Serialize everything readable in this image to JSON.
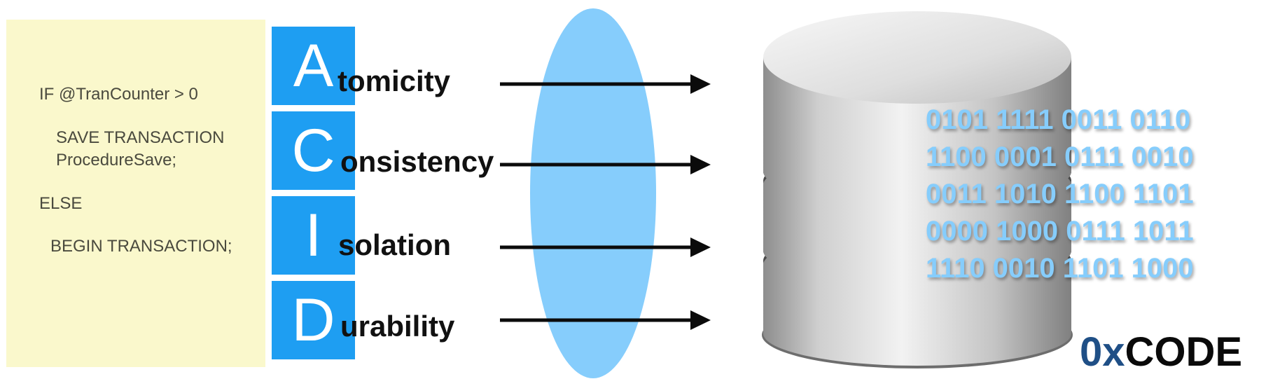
{
  "code": {
    "lines": [
      "IF @TranCounter > 0",
      "SAVE TRANSACTION",
      "ProcedureSave;",
      "ELSE",
      "BEGIN TRANSACTION;"
    ]
  },
  "acid": [
    {
      "letter": "A",
      "rest": "tomicity"
    },
    {
      "letter": "C",
      "rest": "onsistency"
    },
    {
      "letter": "I",
      "rest": "solation"
    },
    {
      "letter": "D",
      "rest": "urability"
    }
  ],
  "binary": {
    "rows": [
      "0101 1111 0011 0110",
      "1100 0001 0111 0010",
      "0011 1010 1100 1101",
      "0000 1000 0111 1011",
      "1110 0010 1101 1000"
    ]
  },
  "brand": {
    "part1": "0x",
    "part2": "CODE"
  },
  "colors": {
    "code_panel": "#faf8cc",
    "acid_box": "#1e9ef2",
    "lens": "#86cdfc",
    "binary_text": "#86cdfc",
    "brand_0x": "#1f4f86",
    "brand_code": "#0a0a0a"
  },
  "icons": [
    "arrow-right-icon",
    "database-icon"
  ]
}
